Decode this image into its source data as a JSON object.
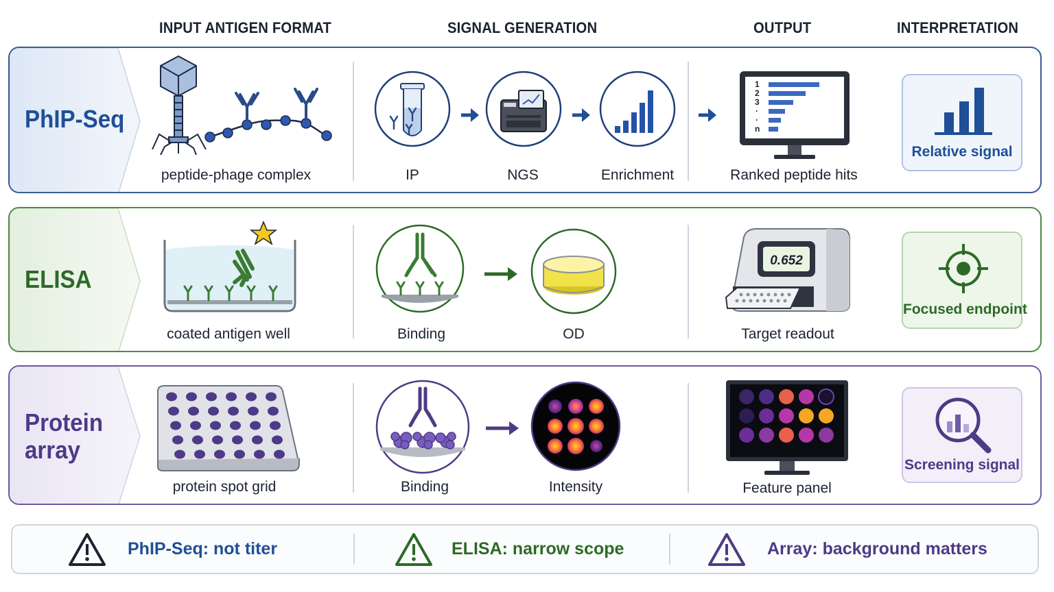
{
  "headers": {
    "input": "INPUT ANTIGEN FORMAT",
    "signal": "SIGNAL GENERATION",
    "output": "OUTPUT",
    "interpretation": "INTERPRETATION"
  },
  "colors": {
    "phip": "#1f4f96",
    "elisa": "#2d6a27",
    "array": "#4e3a86"
  },
  "rows": {
    "phip": {
      "name": "PhIP-Seq",
      "input_label": "peptide-phage complex",
      "steps": [
        "IP",
        "NGS",
        "Enrichment"
      ],
      "output_label": "Ranked peptide hits",
      "rank_labels": [
        "1",
        "2",
        "3",
        "·",
        "·",
        "n"
      ],
      "interpretation": "Relative signal"
    },
    "elisa": {
      "name": "ELISA",
      "input_label": "coated antigen well",
      "steps": [
        "Binding",
        "OD"
      ],
      "output_label": "Target readout",
      "od_value": "0.652",
      "interpretation": "Focused endpoint"
    },
    "array": {
      "name_line1": "Protein",
      "name_line2": "array",
      "input_label": "protein spot grid",
      "steps": [
        "Binding",
        "Intensity"
      ],
      "output_label": "Feature panel",
      "interpretation": "Screening signal"
    }
  },
  "warnings": [
    {
      "text": "PhIP-Seq: not titer",
      "icon": "warning-triangle-icon"
    },
    {
      "text": "ELISA: narrow scope",
      "icon": "warning-triangle-icon"
    },
    {
      "text": "Array: background matters",
      "icon": "warning-triangle-icon"
    }
  ]
}
